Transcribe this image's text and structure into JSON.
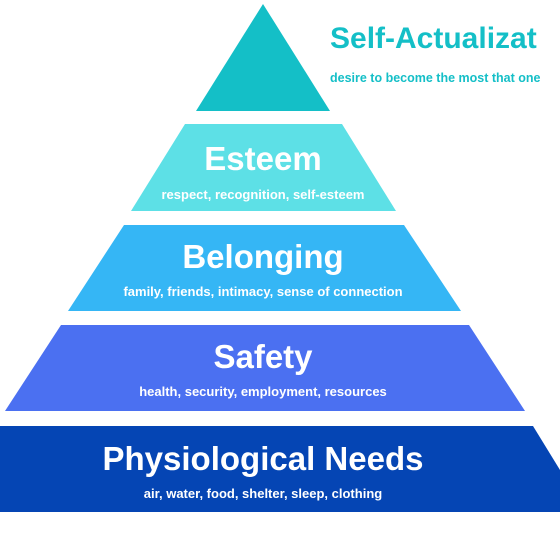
{
  "peak": {
    "title": "Self-Actualizat",
    "description": "desire to become the most that one",
    "color": "#14bfc7"
  },
  "levels": [
    {
      "key": "esteem",
      "title": "Esteem",
      "description": "respect, recognition, self-esteem",
      "color": "#5de0e6"
    },
    {
      "key": "belonging",
      "title": "Belonging",
      "description": "family, friends, intimacy, sense of connection",
      "color": "#35b6f5"
    },
    {
      "key": "safety",
      "title": "Safety",
      "description": "health, security, employment, resources",
      "color": "#4b70f1"
    },
    {
      "key": "physiological",
      "title": "Physiological Needs",
      "description": "air, water, food, shelter, sleep, clothing",
      "color": "#0545b4"
    }
  ]
}
